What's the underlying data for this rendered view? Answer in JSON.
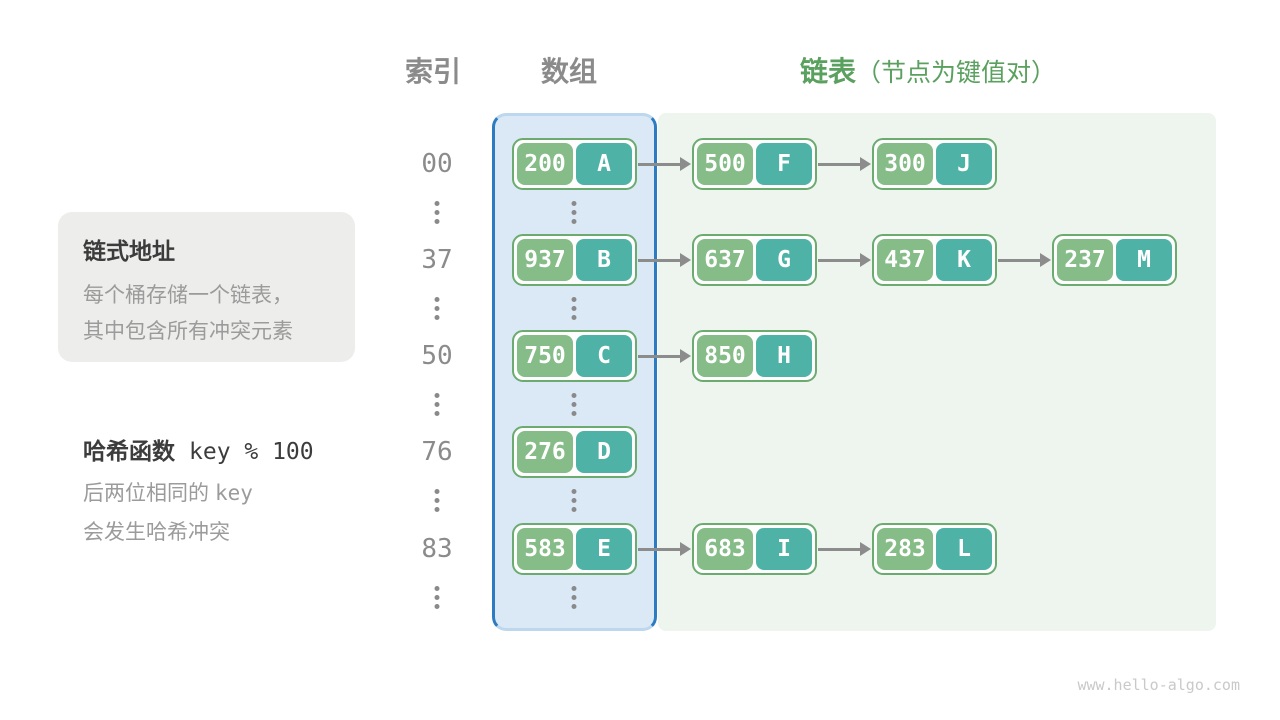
{
  "headers": {
    "index": "索引",
    "array": "数组",
    "list": "链表",
    "list_note": "（节点为键值对）"
  },
  "callout": {
    "title": "链式地址",
    "line1": "每个桶存储一个链表，",
    "line2": "其中包含所有冲突元素"
  },
  "hash_note": {
    "title": "哈希函数",
    "title_code": "key % 100",
    "line1_text": "后两位相同的",
    "line1_code": "key",
    "line2": "会发生哈希冲突"
  },
  "buckets": [
    {
      "index": "00",
      "nodes": [
        {
          "key": "200",
          "value": "A"
        },
        {
          "key": "500",
          "value": "F"
        },
        {
          "key": "300",
          "value": "J"
        }
      ]
    },
    {
      "index": "37",
      "nodes": [
        {
          "key": "937",
          "value": "B"
        },
        {
          "key": "637",
          "value": "G"
        },
        {
          "key": "437",
          "value": "K"
        },
        {
          "key": "237",
          "value": "M"
        }
      ]
    },
    {
      "index": "50",
      "nodes": [
        {
          "key": "750",
          "value": "C"
        },
        {
          "key": "850",
          "value": "H"
        }
      ]
    },
    {
      "index": "76",
      "nodes": [
        {
          "key": "276",
          "value": "D"
        }
      ]
    },
    {
      "index": "83",
      "nodes": [
        {
          "key": "583",
          "value": "E"
        },
        {
          "key": "683",
          "value": "I"
        },
        {
          "key": "283",
          "value": "L"
        }
      ]
    }
  ],
  "colors": {
    "key_cell": "#85bc87",
    "value_cell": "#4fb2a7",
    "node_border": "#6cab70",
    "array_fill": "#dbe9f6",
    "array_border": "#2d7cc1",
    "list_background": "#eef5ef",
    "header_gray": "#8b8b8b",
    "header_green": "#5aa05e",
    "arrow_gray": "#8c8c8c"
  },
  "watermark": "www.hello-algo.com"
}
